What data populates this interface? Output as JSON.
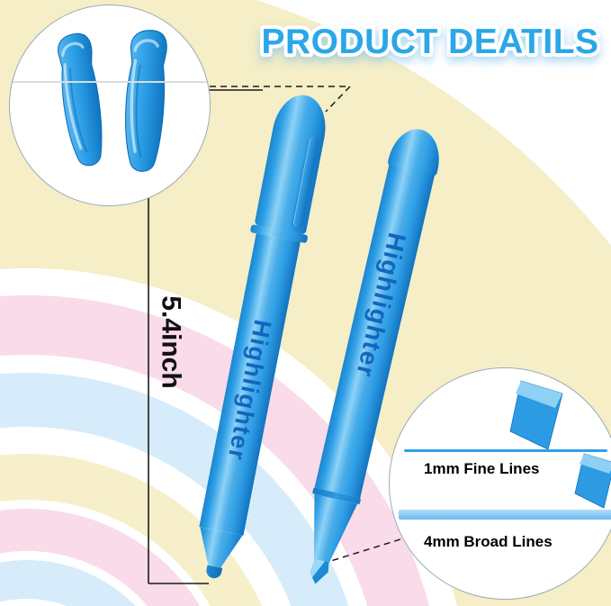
{
  "title": "PRODUCT DEATILS",
  "measurement": {
    "length": "5.4inch"
  },
  "pens": [
    {
      "label": "Highlighter"
    },
    {
      "label": "Highlighter"
    }
  ],
  "tip_detail": {
    "fine": "1mm Fine Lines",
    "broad": "4mm Broad Lines"
  },
  "icons": {
    "cap_clips": "two-blue-highlighter-cap-clips",
    "chisel_tip": "blue-chisel-marker-tip"
  },
  "colors": {
    "pen_blue": "#2D9FE6",
    "pen_blue_dark": "#1173BF",
    "pen_text_blue": "#1465BD",
    "title_blue": "#2AA7E8",
    "fine_line": "#2F9FE8",
    "broad_line": "#66BBF0",
    "rainbow_yellow": "#F5EEC6",
    "rainbow_pink": "#F9DBE9",
    "rainbow_blue": "#D7ECFA"
  }
}
